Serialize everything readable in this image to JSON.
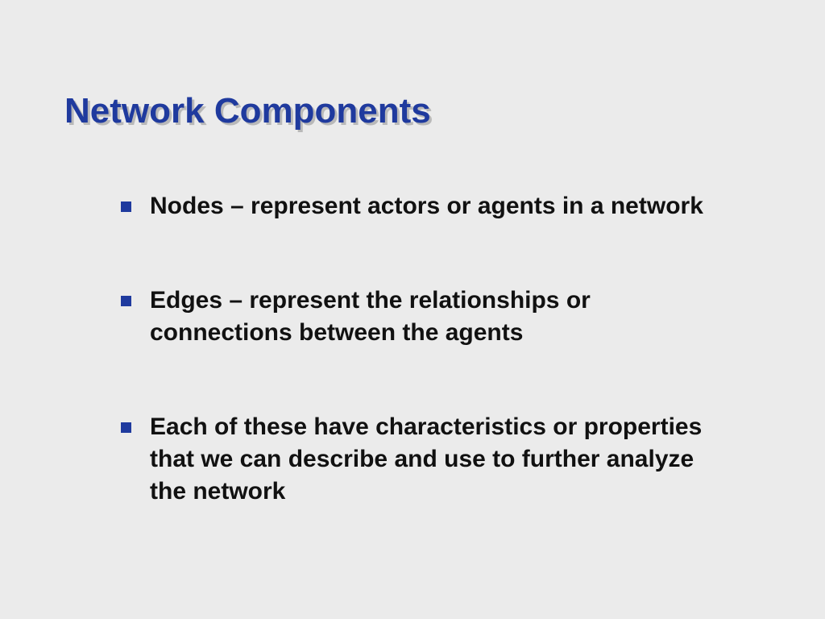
{
  "slide": {
    "title": "Network Components",
    "bullets": [
      {
        "text": "Nodes – represent actors or agents in a network"
      },
      {
        "text": "Edges – represent the relationships or connections between the agents"
      },
      {
        "text": "Each of these have characteristics or properties that we can describe and use to further analyze the network"
      }
    ]
  },
  "colors": {
    "background": "#ebebeb",
    "title": "#1f3a9e",
    "bullet_marker": "#1f3a9e",
    "text": "#111111"
  }
}
